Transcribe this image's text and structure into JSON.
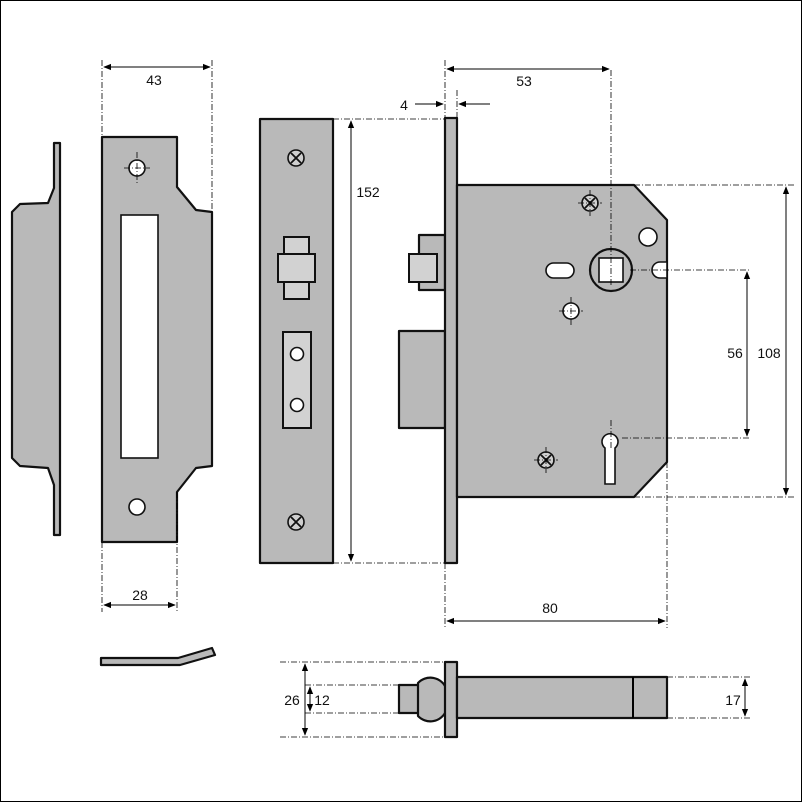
{
  "dimensions": {
    "strike_width": "43",
    "strike_inner_width": "28",
    "forend_height": "152",
    "forend_thickness": "4",
    "backset": "53",
    "case_height": "108",
    "centres": "56",
    "case_depth": "80",
    "bolt_height": "26",
    "latch_height": "12",
    "bolt_thickness": "17"
  },
  "colors": {
    "part_fill": "#b9b9b9",
    "outline": "#111111",
    "background": "#ffffff"
  }
}
